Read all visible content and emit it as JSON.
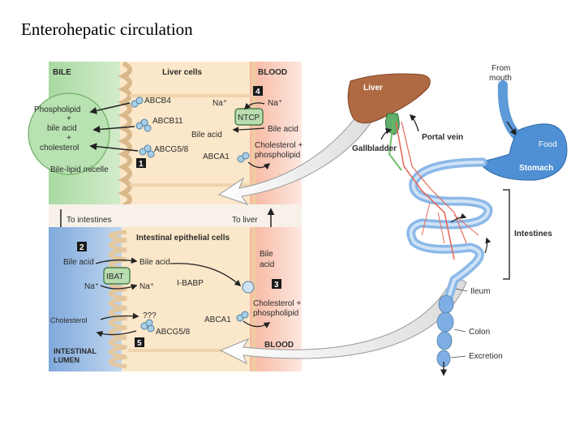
{
  "slide": {
    "title": "Enterohepatic circulation"
  },
  "liver_panel": {
    "bile_header": "BILE",
    "liver_cells_header": "Liver cells",
    "blood_header": "BLOOD",
    "micelle": {
      "line1": "Phospholipid",
      "plus1": "+",
      "line2": "bile acid",
      "plus2": "+",
      "line3": "cholesterol",
      "caption": "Bile-lipid micelle"
    },
    "transporters": {
      "abcb4": "ABCB4",
      "abcb11": "ABCB11",
      "abcg58": "ABCG5/8",
      "abca1": "ABCA1",
      "ntcp": "NTCP"
    },
    "labels": {
      "na_left": "Na⁺",
      "na_right": "Na⁺",
      "bile_acid_in": "Bile acid",
      "bile_acid_blood": "Bile acid",
      "chol_phos_1": "Cholesterol +",
      "chol_phos_2": "phospholipid"
    },
    "badges": {
      "b1": "1",
      "b4": "4"
    }
  },
  "middle": {
    "to_intestines": "To intestines",
    "to_liver": "To liver"
  },
  "intestine_panel": {
    "header": "Intestinal epithelial cells",
    "lumen_1": "INTESTINAL",
    "lumen_2": "LUMEN",
    "blood": "BLOOD",
    "labels": {
      "bile_acid_lumen": "Bile acid",
      "bile_acid_cell": "Bile acid",
      "ibat": "IBAT",
      "na_left": "Na⁺",
      "na_right": "Na⁺",
      "ibabp": "I-BABP",
      "bile_acid_blood_1": "Bile",
      "bile_acid_blood_2": "acid",
      "chol_phos_1": "Cholesterol +",
      "chol_phos_2": "phospholipid",
      "cholesterol": "Cholesterol",
      "unknown": "???",
      "abcg58": "ABCG5/8",
      "abca1": "ABCA1"
    },
    "badges": {
      "b2": "2",
      "b3": "3",
      "b5": "5"
    }
  },
  "anatomy": {
    "liver": "Liver",
    "gallbladder": "Gallbladder",
    "portal_vein": "Portal vein",
    "from_mouth_1": "From",
    "from_mouth_2": "mouth",
    "food": "Food",
    "stomach": "Stomach",
    "intestines": "Intestines",
    "ileum": "Ileum",
    "colon": "Colon",
    "excretion": "Excretion"
  },
  "colors": {
    "bile_green": "#9fd29a",
    "blood_pink": "#f4a690",
    "cell_cream": "#fbe7c9",
    "lumen_blue": "#8fb6e6",
    "intestine_blue": "#8bb8e8",
    "liver_brown": "#b06a43",
    "stomach_blue": "#4f8fd3",
    "badge_black": "#1a1a1a"
  }
}
